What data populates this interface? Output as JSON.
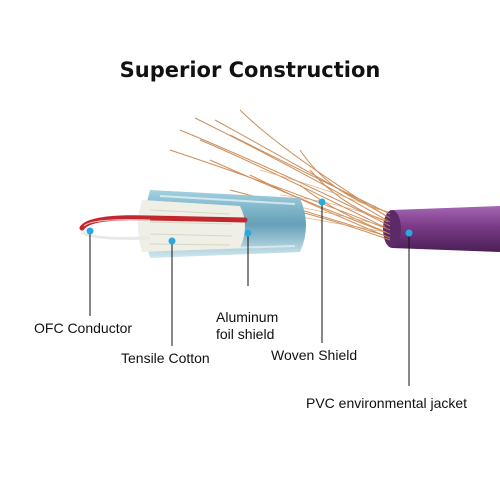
{
  "title": "Superior Construction",
  "colors": {
    "pointer": "#27a9e1",
    "jacket": "#7a3a86",
    "copper": "#c8824a",
    "conductor": "#c1272d"
  },
  "labels": {
    "ofc_conductor": "OFC Conductor",
    "tensile_cotton": "Tensile Cotton",
    "aluminum_foil_line1": "Aluminum",
    "aluminum_foil_line2": "foil shield",
    "woven_shield": "Woven Shield",
    "pvc_jacket": "PVC environmental jacket"
  }
}
